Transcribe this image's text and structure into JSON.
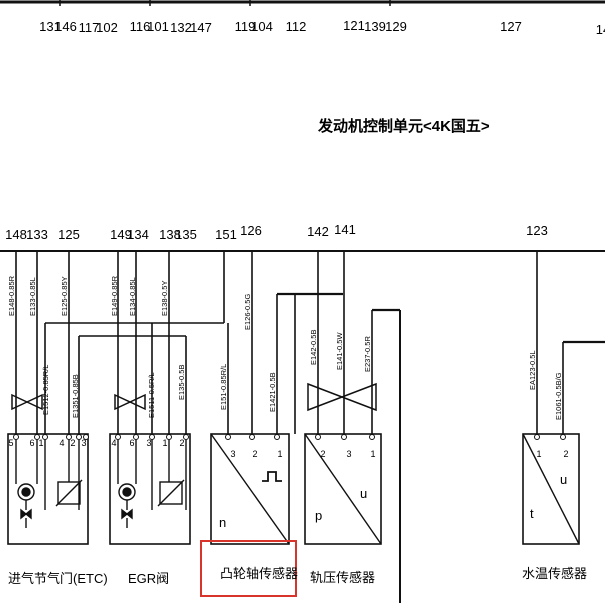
{
  "ecu": {
    "title": "发动机控制单元<4K国五>",
    "top_pins": [
      "131",
      "146",
      "117",
      "102",
      "116",
      "101",
      "132",
      "147",
      "119",
      "104",
      "112",
      "121",
      "139",
      "129",
      "127",
      "14"
    ],
    "bottom_pins": [
      "148",
      "133",
      "125",
      "149",
      "134",
      "138",
      "135",
      "151",
      "126",
      "142",
      "141",
      "123"
    ]
  },
  "wires": [
    "E148-0.85R",
    "E133-0.85L",
    "E125-0.85Y",
    "E149-0.85R",
    "E134-0.85L",
    "E138-0.5Y",
    "E126-0.5G",
    "E142-0.5B",
    "E141-0.5W",
    "E237-0.5R",
    "E151-0.85R/L",
    "E1421-0.5B",
    "E1512-0.85R/L",
    "E1351-0.85B",
    "E1511-0.5R/L",
    "E135-0.5B",
    "EA123-0.5L",
    "E1061-0.5B/G"
  ],
  "components": {
    "etc": {
      "label": "进气节气门(ETC)",
      "pins": [
        "5",
        "6",
        "1",
        "4",
        "2",
        "3"
      ]
    },
    "egr": {
      "label": "EGR阀",
      "pins": [
        "4",
        "6",
        "3",
        "1",
        "2"
      ]
    },
    "cam": {
      "label": "凸轮轴传感器",
      "pins": [
        "3",
        "2",
        "1"
      ],
      "symbol": "n"
    },
    "rail": {
      "label": "轨压传感器",
      "pins": [
        "2",
        "3",
        "1"
      ],
      "symbol_p": "p",
      "symbol_u": "u"
    },
    "temp": {
      "label": "水温传感器",
      "pins": [
        "1",
        "2"
      ],
      "symbol_t": "t",
      "symbol_u": "u"
    }
  },
  "colors": {
    "highlight": "#d9342b",
    "line": "#111111"
  }
}
